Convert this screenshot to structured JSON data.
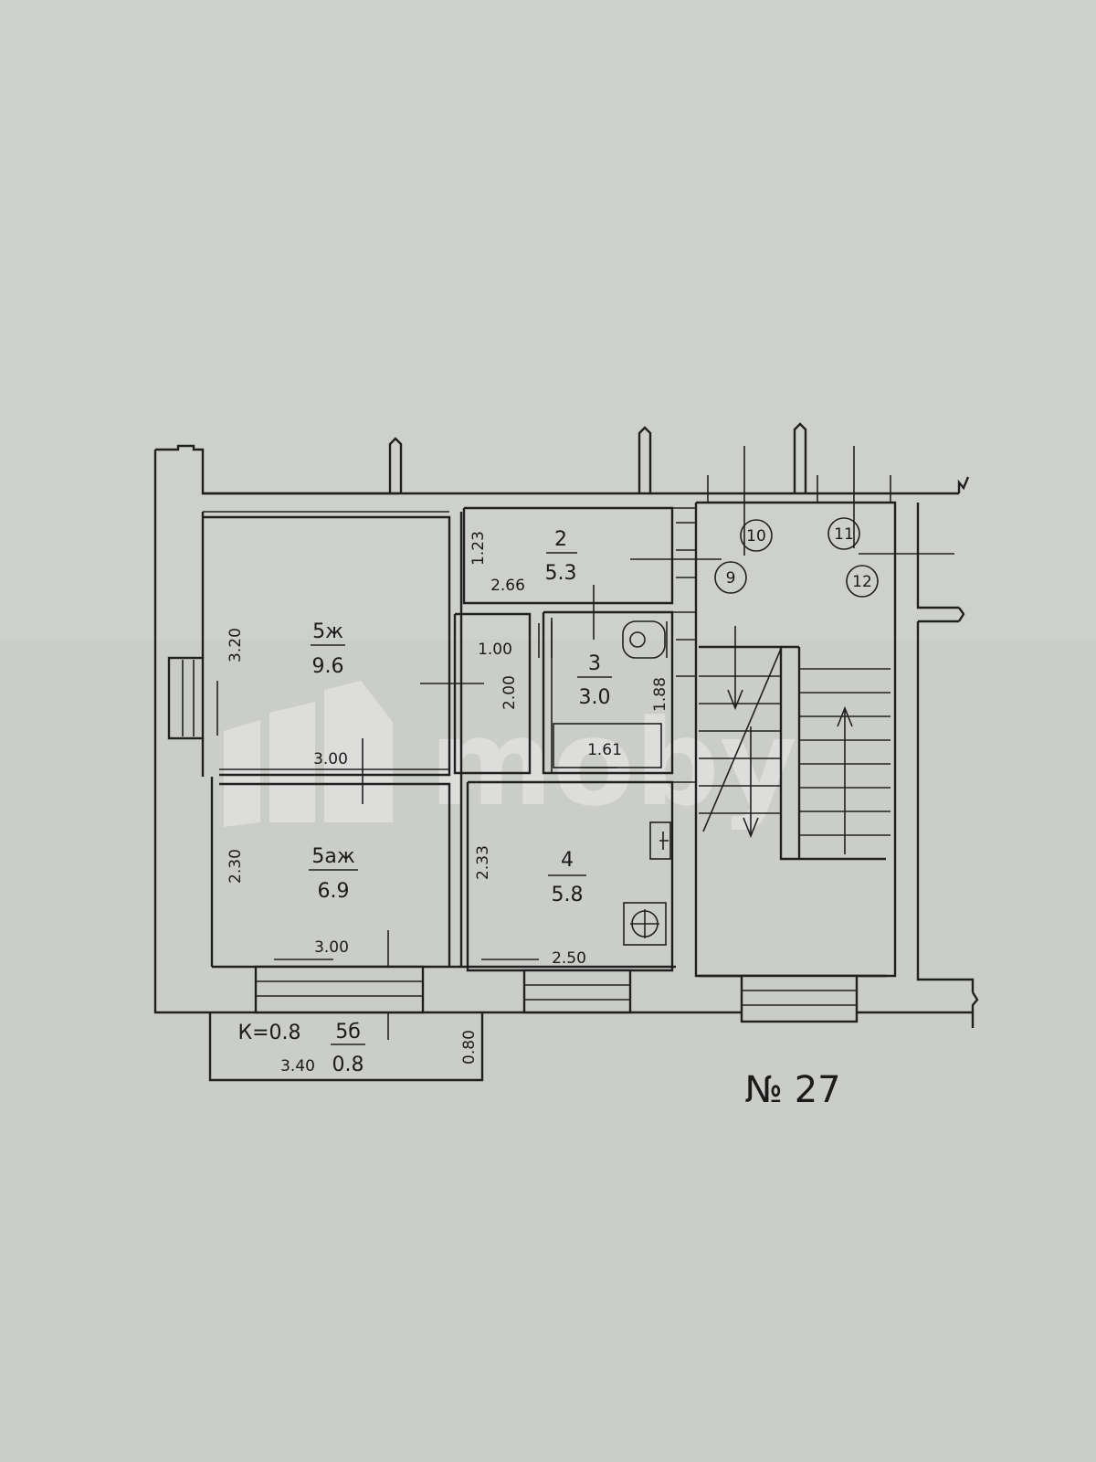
{
  "plan": {
    "apartment_number": "№ 27",
    "watermark": "moby",
    "rooms": {
      "living": {
        "number": "5ж",
        "area": "9.6",
        "dim_h": "3.20",
        "dim_w": "3.00"
      },
      "balcony_room": {
        "number": "5аж",
        "area": "6.9",
        "dim_h": "2.30",
        "dim_w": "3.00"
      },
      "hall": {
        "number": "2",
        "area": "5.3",
        "dim_h": "1.23",
        "dim_w": "2.66"
      },
      "closet": {
        "dim_w": "1.00",
        "dim_h": "2.00"
      },
      "bathroom": {
        "number": "3",
        "area": "3.0",
        "dim_h": "1.88",
        "dim_w": "1.61"
      },
      "kitchen": {
        "number": "4",
        "area": "5.8",
        "dim_h": "2.33",
        "dim_w": "2.50"
      },
      "balcony": {
        "coef": "К=0.8",
        "number": "5б",
        "area": "0.8",
        "dim_w": "3.40",
        "dim_h": "0.80"
      }
    },
    "markers": [
      "9",
      "10",
      "11",
      "12"
    ]
  }
}
